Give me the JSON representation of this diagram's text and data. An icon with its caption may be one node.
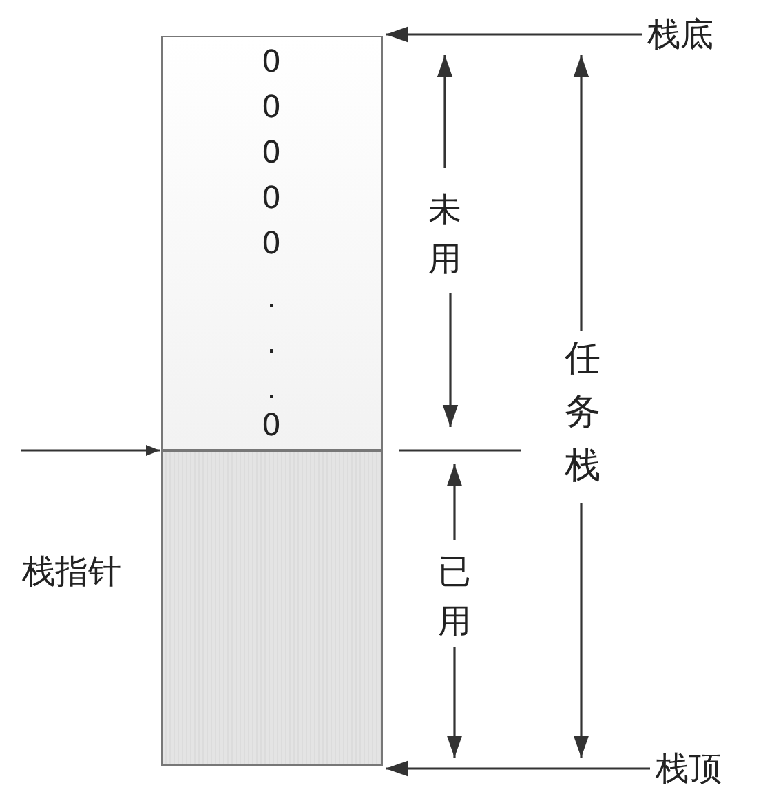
{
  "diagram": {
    "nodes": [
      {
        "text": [
          "栈底"
        ]
      },
      {
        "text": [
          "栈顶"
        ]
      },
      {
        "text": [],
        "shape": "box"
      },
      {
        "text": [],
        "shape": "box"
      }
    ],
    "edges": [
      {
        "from": 0,
        "to": 2,
        "arrow": "to"
      },
      {
        "from": 1,
        "to": 3,
        "arrow": "to"
      },
      {
        "from": null,
        "to": 3,
        "arrow": "to"
      }
    ],
    "labels": [
      "0",
      "0",
      "0",
      "0",
      "0",
      ".",
      ".",
      ".",
      "0",
      "未用",
      "任务栈",
      "已用",
      "栈指针"
    ]
  }
}
